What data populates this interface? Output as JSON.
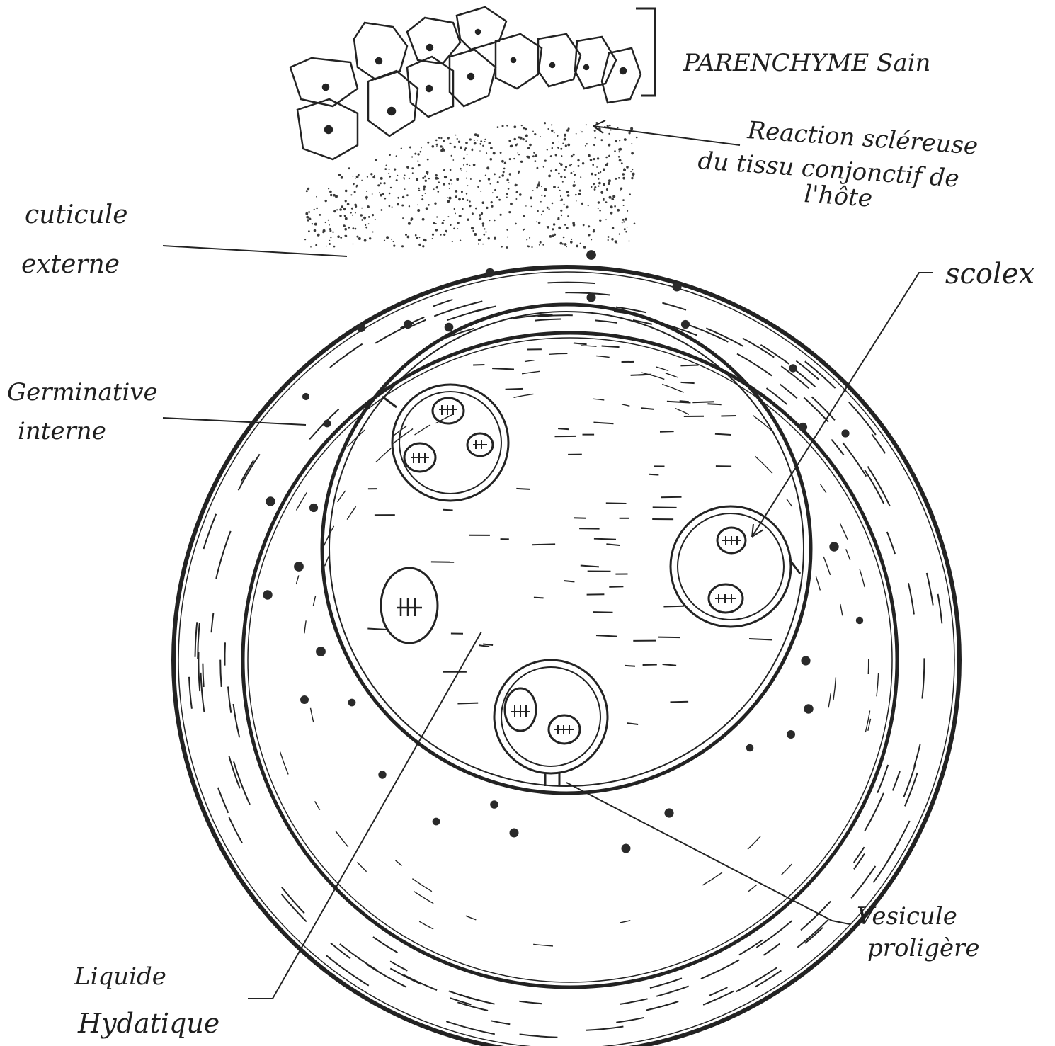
{
  "diagram": {
    "ink_color": "#232323",
    "paper_color": "#ffffff",
    "labels": {
      "parenchyme": "PARENCHYME Sain",
      "reaction_line1": "Reaction scléreuse",
      "reaction_line2": "du tissu conjonctif de",
      "reaction_line3": "l'hôte",
      "cuticule_line1": "cuticule",
      "cuticule_line2": "externe",
      "germinative_line1": "Germinative",
      "germinative_line2": "interne",
      "scolex": "scolex",
      "vesicule_line1": "Vesicule",
      "vesicule_line2": "proligère",
      "liquide_line1": "Liquide",
      "liquide_line2": "Hydatique"
    }
  }
}
